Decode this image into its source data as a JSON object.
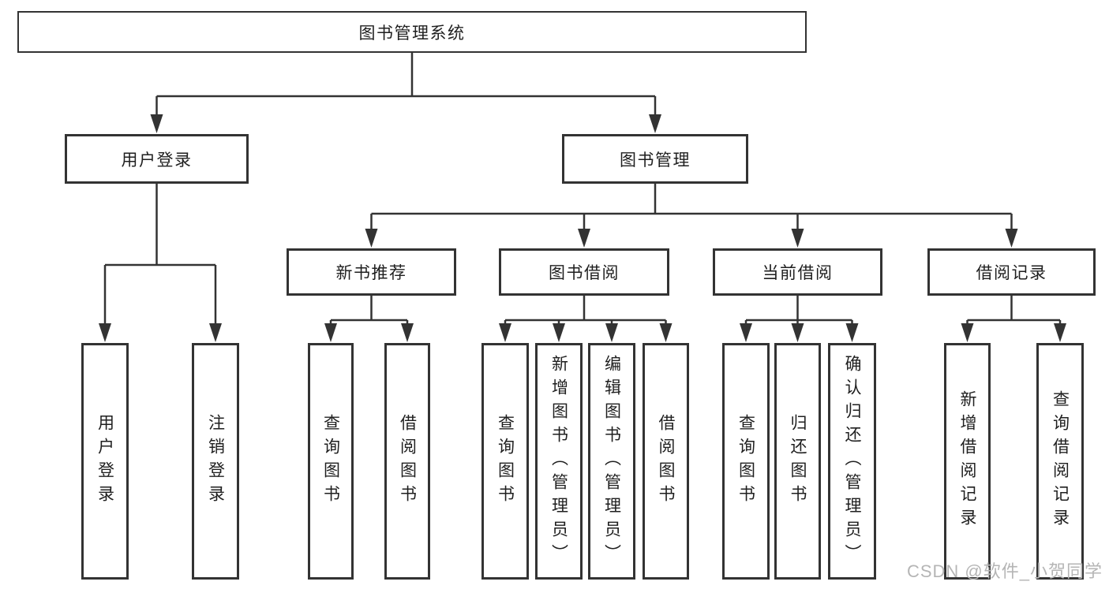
{
  "diagram": {
    "type": "hierarchy-tree",
    "tree": {
      "label": "图书管理系统",
      "children": [
        {
          "label": "用户登录",
          "children": [
            {
              "label": "用户登录"
            },
            {
              "label": "注销登录"
            }
          ]
        },
        {
          "label": "图书管理",
          "children": [
            {
              "label": "新书推荐",
              "children": [
                {
                  "label": "查询图书"
                },
                {
                  "label": "借阅图书"
                }
              ]
            },
            {
              "label": "图书借阅",
              "children": [
                {
                  "label": "查询图书"
                },
                {
                  "label": "新增图书（管理员）"
                },
                {
                  "label": "编辑图书（管理员）"
                },
                {
                  "label": "借阅图书"
                }
              ]
            },
            {
              "label": "当前借阅",
              "children": [
                {
                  "label": "查询图书"
                },
                {
                  "label": "归还图书"
                },
                {
                  "label": "确认归还（管理员）"
                }
              ]
            },
            {
              "label": "借阅记录",
              "children": [
                {
                  "label": "新增借阅记录"
                },
                {
                  "label": "查询借阅记录"
                }
              ]
            }
          ]
        }
      ]
    },
    "colors": {
      "line": "#333333",
      "box_border": "#333333",
      "text": "#1f1f1f",
      "background": "#ffffff",
      "watermark": "#b5b5b5"
    }
  },
  "watermark": {
    "text": "CSDN @软件_小贺同学"
  }
}
